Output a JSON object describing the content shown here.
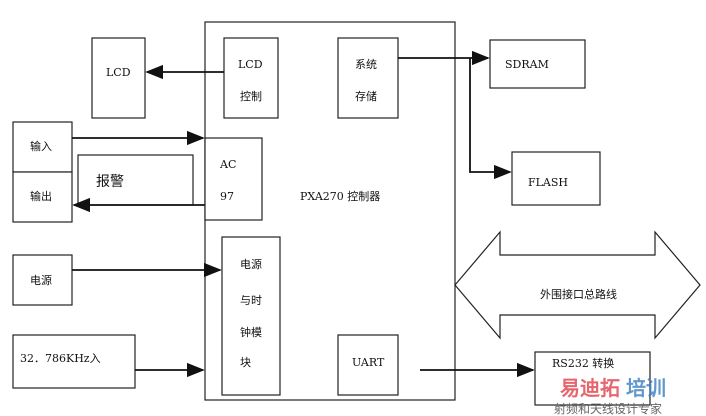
{
  "blocks": {
    "lcd": "LCD",
    "lcd_ctrl": [
      "LCD",
      "控制"
    ],
    "sys_storage": [
      "系统",
      "存储"
    ],
    "sdram": "SDRAM",
    "flash": "FLASH",
    "input": "输入",
    "output": "输出",
    "alarm": "报警",
    "ac97": [
      "AC",
      "97"
    ],
    "controller": "PXA270 控制器",
    "power": "电源",
    "power_clock": [
      "电源",
      "与时",
      "钟模",
      "块"
    ],
    "clock_in": "32．786KHz入",
    "uart": "UART",
    "bus": "外围接口总路线",
    "rs232": "RS232 转换"
  },
  "watermark": {
    "brand_red": "易迪拓",
    "brand_blue": "培训",
    "slogan": "射频和天线设计专家"
  }
}
